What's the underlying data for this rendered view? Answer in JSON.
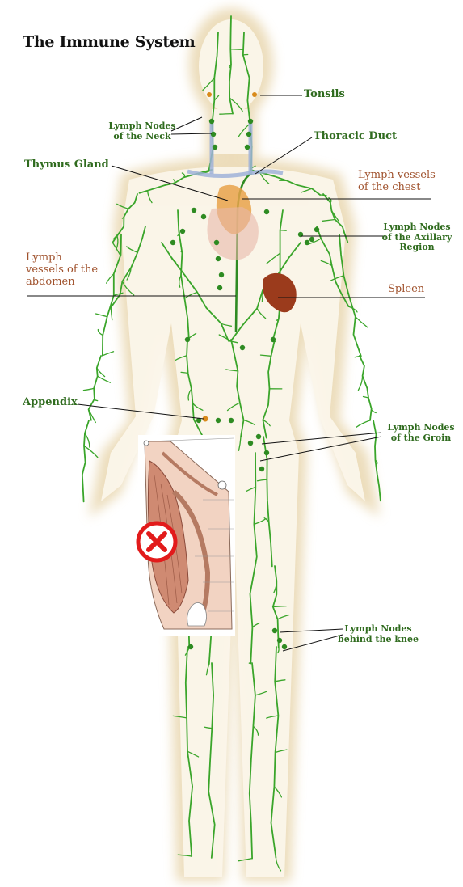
{
  "diagram": {
    "title": "The Immune System",
    "labels": {
      "tonsils": "Tonsils",
      "lymph_nodes_neck": [
        "Lymph Nodes",
        "of the Neck"
      ],
      "thoracic_duct": "Thoracic Duct",
      "thymus_gland": "Thymus Gland",
      "lymph_vessels_chest": [
        "Lymph vessels",
        "of the chest"
      ],
      "lymph_nodes_axillary": [
        "Lymph Nodes",
        "of the Axillary",
        "Region"
      ],
      "lymph_vessels_abdomen": [
        "Lymph",
        "vessels of the",
        "abdomen"
      ],
      "spleen": "Spleen",
      "appendix": "Appendix",
      "lymph_nodes_groin": [
        "Lymph Nodes",
        "of the Groin"
      ],
      "lymph_nodes_knee": [
        "Lymph Nodes",
        "behind the knee"
      ]
    },
    "colors": {
      "vessel": "#3aa52a",
      "node": "#2e8b22",
      "skin_glow": "#f0e3c4",
      "label_green": "#2f6b1e",
      "label_brown": "#a0522d",
      "spleen": "#9b3b1c",
      "thymus": "#e8a24a",
      "muscle": "#cf8a72",
      "error_red": "#e21b1b"
    },
    "overlay": {
      "icon": "broken-image-icon",
      "content": "thigh-muscle-anatomy-inset"
    }
  }
}
